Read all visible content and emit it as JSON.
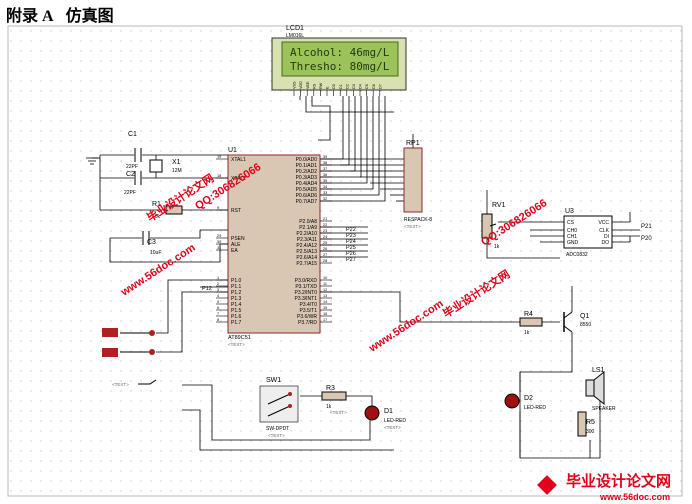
{
  "heading": {
    "appendix": "附录 A",
    "title": "仿真图"
  },
  "lcd": {
    "ref": "LCD1",
    "part": "LM016L",
    "line1": "Alcohol: 46mg/L",
    "line2": "Thresho: 80mg/L",
    "pins": [
      "VSS",
      "VDD",
      "VEE",
      "RS",
      "RW",
      "E",
      "D0",
      "D1",
      "D2",
      "D3",
      "D4",
      "D5",
      "D6",
      "D7"
    ]
  },
  "mcu": {
    "ref": "U1",
    "part": "AT89C51",
    "text_tag": "<TEXT>",
    "left_pins": [
      "XTAL1",
      "XTAL2",
      "RST",
      "PSEN",
      "ALE",
      "EA",
      "P1.0",
      "P1.1",
      "P1.2",
      "P1.3",
      "P1.4",
      "P1.5",
      "P1.6",
      "P1.7"
    ],
    "left_nums": [
      "19",
      "18",
      "9",
      "29",
      "30",
      "31",
      "1",
      "2",
      "3",
      "4",
      "5",
      "6",
      "7",
      "8"
    ],
    "right_pins": [
      "P0.0/AD0",
      "P0.1/AD1",
      "P0.2/AD2",
      "P0.3/AD3",
      "P0.4/AD4",
      "P0.5/AD5",
      "P0.6/AD6",
      "P0.7/AD7",
      "P2.0/A8",
      "P2.1/A9",
      "P2.2/A10",
      "P2.3/A11",
      "P2.4/A12",
      "P2.5/A13",
      "P2.6/A14",
      "P2.7/A15",
      "P3.0/RXD",
      "P3.1/TXD",
      "P3.2/INT0",
      "P3.3/INT1",
      "P3.4/T0",
      "P3.5/T1",
      "P3.6/WR",
      "P3.7/RD"
    ],
    "right_nums": [
      "39",
      "38",
      "37",
      "36",
      "35",
      "34",
      "33",
      "32",
      "21",
      "22",
      "23",
      "24",
      "25",
      "26",
      "27",
      "28",
      "10",
      "11",
      "12",
      "13",
      "14",
      "15",
      "16",
      "17"
    ]
  },
  "rp": {
    "ref": "RP1",
    "part": "RESPACK-8"
  },
  "caps": [
    {
      "ref": "C1",
      "val": "22PF"
    },
    {
      "ref": "C2",
      "val": "22PF"
    },
    {
      "ref": "C3",
      "val": "10uF"
    }
  ],
  "crystal": {
    "ref": "X1",
    "val": "12M"
  },
  "r1": {
    "ref": "R1",
    "val": "10k"
  },
  "net_labels": {
    "p22": "P22",
    "p23": "P23",
    "p24": "P24",
    "p25": "P25",
    "p26": "P26",
    "p27": "P27",
    "p12": "P12",
    "p21": "P21",
    "p20": "P20"
  },
  "rv": {
    "ref": "RV1",
    "val": "1k"
  },
  "adc": {
    "ref": "U3",
    "part": "ADC0832",
    "left_pins": [
      "CS",
      "CH0",
      "CH1",
      "GND"
    ],
    "right_pins": [
      "VCC",
      "CLK",
      "DI",
      "DO"
    ]
  },
  "r4": {
    "ref": "R4",
    "val": "1k"
  },
  "q1": {
    "ref": "Q1",
    "part": "8550"
  },
  "speaker": {
    "ref": "LS1",
    "part": "SPEAKER"
  },
  "d2": {
    "ref": "D2",
    "part": "LED-RED"
  },
  "r5": {
    "ref": "R5",
    "val": "300"
  },
  "sw1": {
    "ref": "SW1",
    "part": "SW-DPDT"
  },
  "r3": {
    "ref": "R3",
    "val": "1k"
  },
  "d1": {
    "ref": "D1",
    "part": "LED-RED"
  },
  "text_tag": "<TEXT>",
  "watermarks": {
    "site": "www.56doc.com",
    "qq": "QQ:306826066",
    "brand": "毕业设计论文网",
    "footer_url": "www.56doc.com"
  },
  "colors": {
    "wire": "#000000",
    "grid": "#c8c8c8",
    "chip": "#d9c7b4",
    "chip_border": "#8a2a2a",
    "lcd_screen": "#9bc35a",
    "watermark": "#e2001a",
    "led": "#a01010"
  }
}
